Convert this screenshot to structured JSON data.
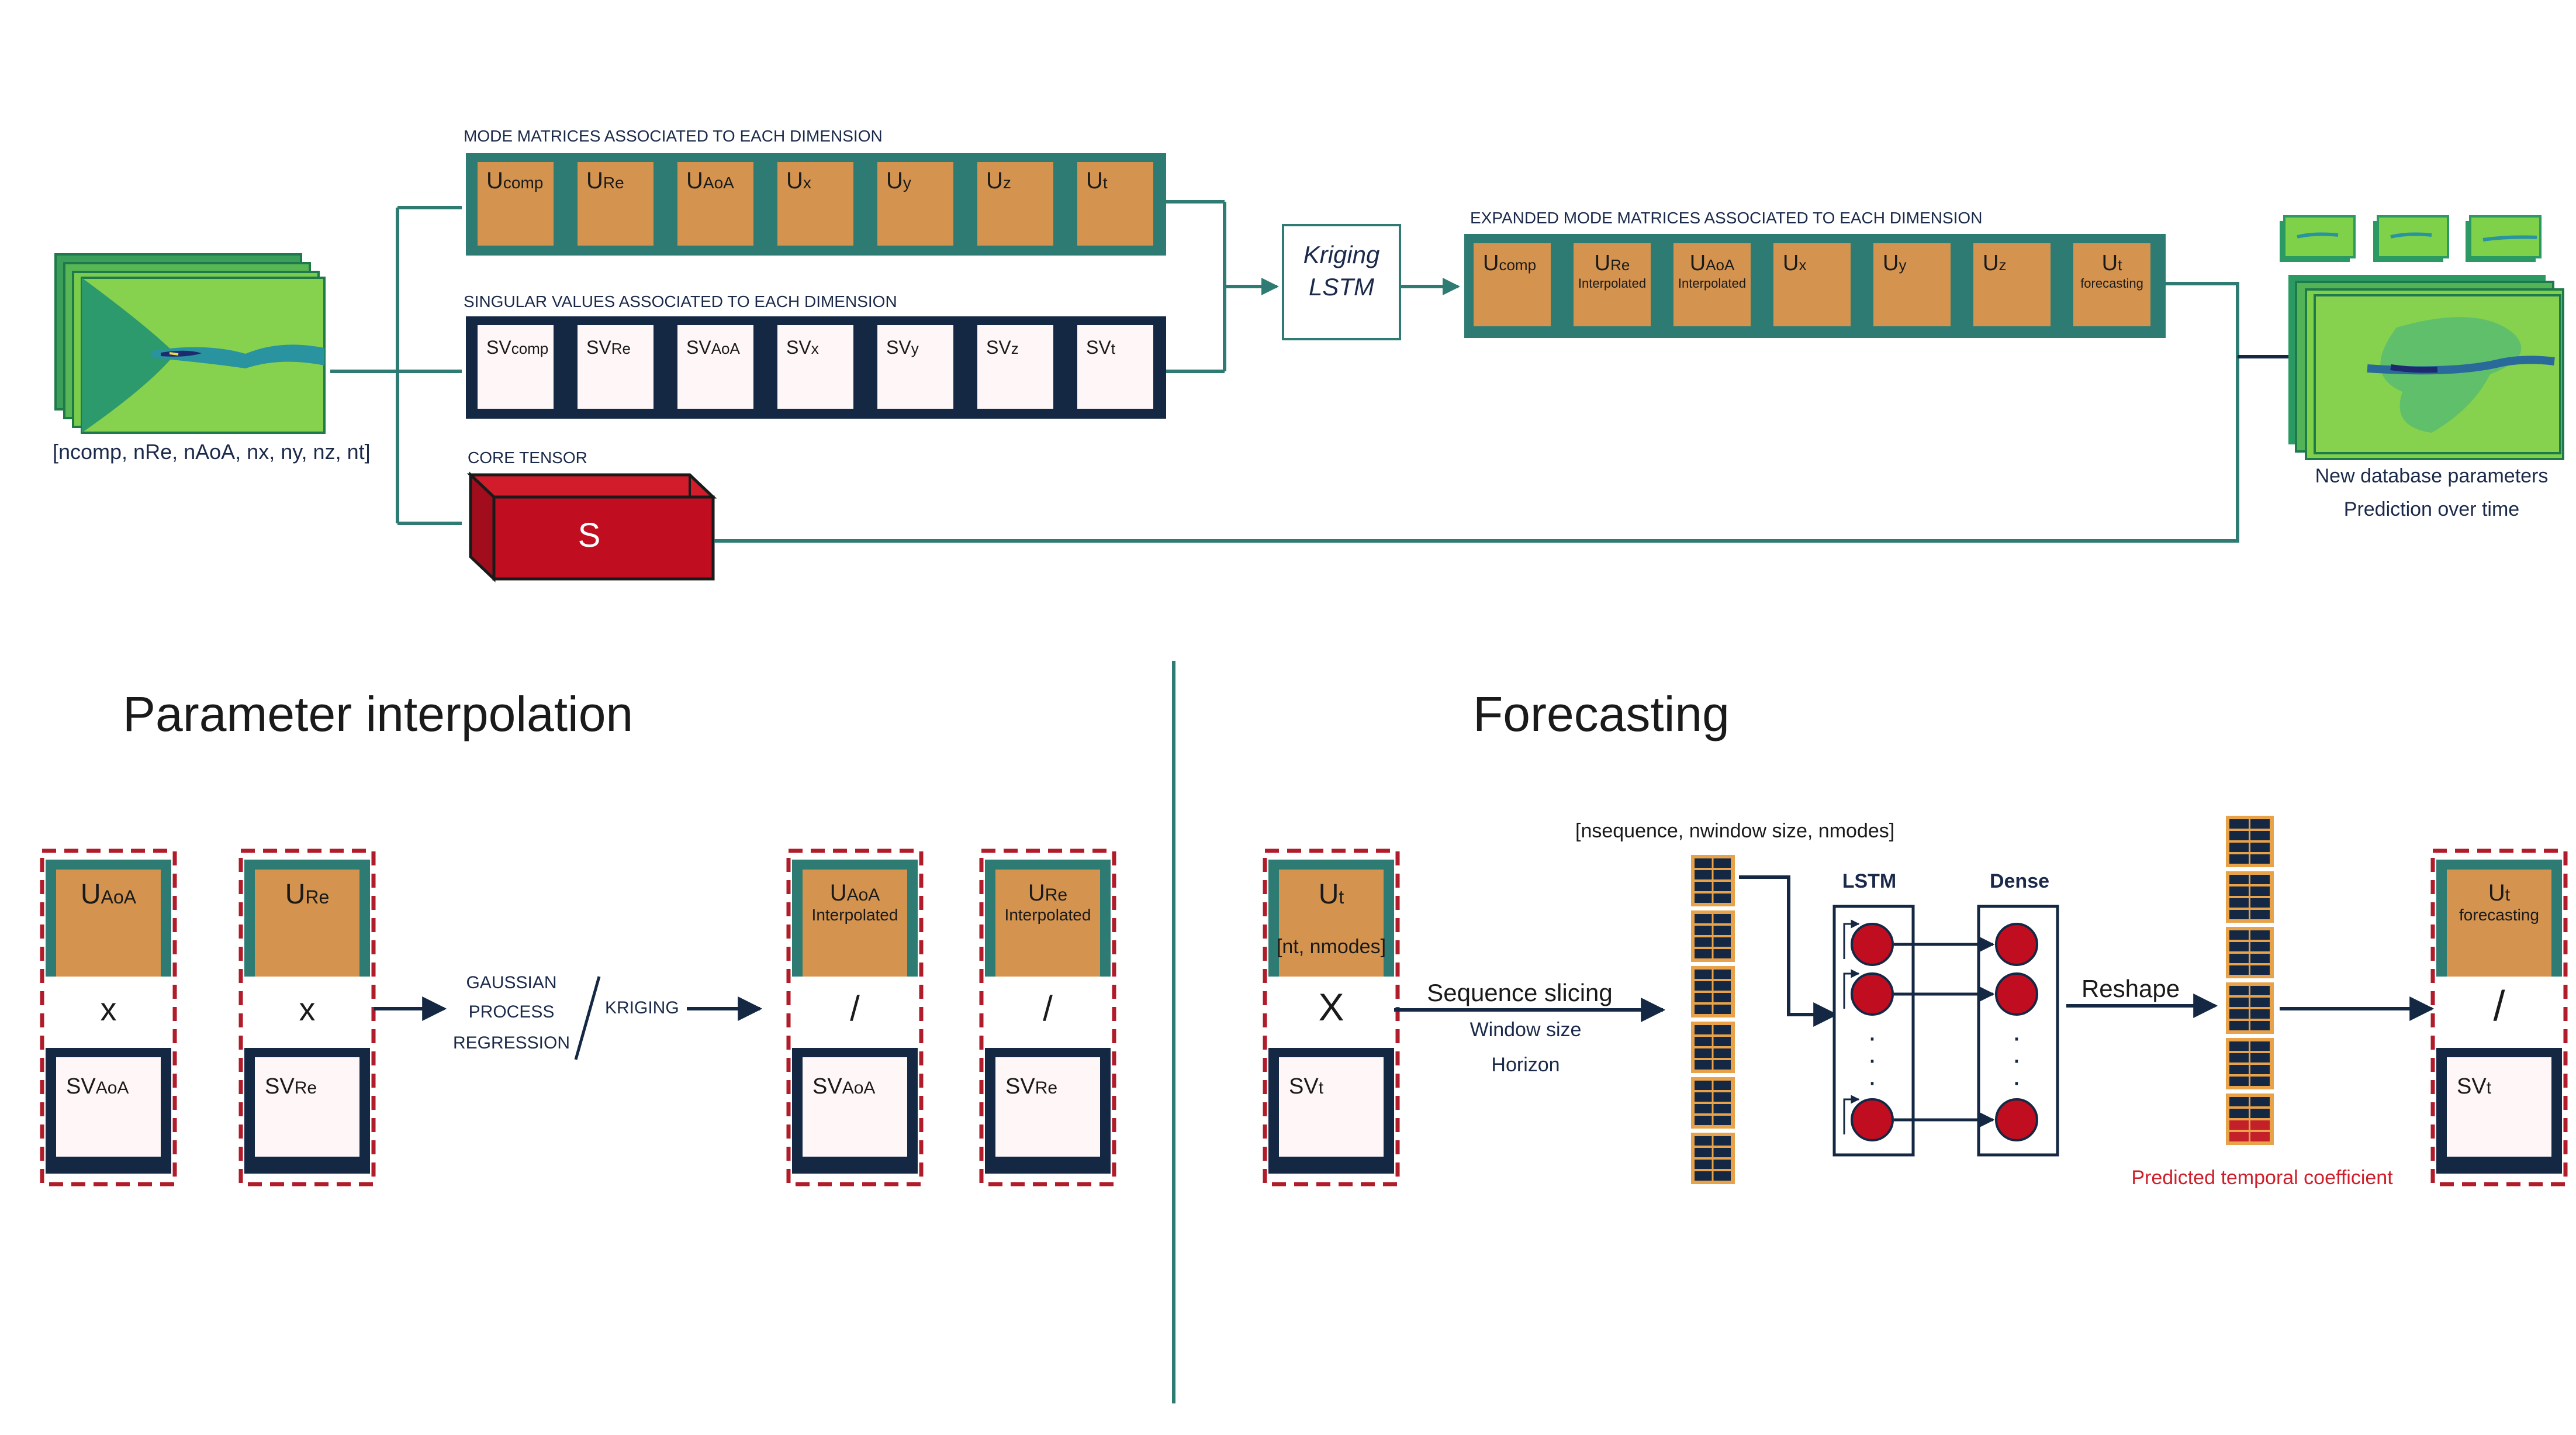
{
  "top": {
    "input_dims": "[ncomp, nRe, nAoA, nx, ny, nz, nt]",
    "mode_title": "MODE MATRICES ASSOCIATED TO EACH DIMENSION",
    "modes": [
      {
        "main": "U",
        "sub": "comp"
      },
      {
        "main": "U",
        "sub": "Re"
      },
      {
        "main": "U",
        "sub": "AoA"
      },
      {
        "main": "U",
        "sub": "x"
      },
      {
        "main": "U",
        "sub": "y"
      },
      {
        "main": "U",
        "sub": "z"
      },
      {
        "main": "U",
        "sub": "t"
      }
    ],
    "sv_title": "SINGULAR VALUES ASSOCIATED TO EACH DIMENSION",
    "svs": [
      {
        "main": "SV",
        "sub": "comp"
      },
      {
        "main": "SV",
        "sub": "Re"
      },
      {
        "main": "SV",
        "sub": "AoA"
      },
      {
        "main": "SV",
        "sub": "x"
      },
      {
        "main": "SV",
        "sub": "y"
      },
      {
        "main": "SV",
        "sub": "z"
      },
      {
        "main": "SV",
        "sub": "t"
      }
    ],
    "core_title": "CORE TENSOR",
    "core_label": "S",
    "method_line1": "Kriging",
    "method_line2": "LSTM",
    "expanded_title": "EXPANDED MODE MATRICES ASSOCIATED TO EACH DIMENSION",
    "expanded": [
      {
        "main": "U",
        "sub": "comp",
        "note": ""
      },
      {
        "main": "U",
        "sub": "Re",
        "note": "Interpolated"
      },
      {
        "main": "U",
        "sub": "AoA",
        "note": "Interpolated"
      },
      {
        "main": "U",
        "sub": "x",
        "note": ""
      },
      {
        "main": "U",
        "sub": "y",
        "note": ""
      },
      {
        "main": "U",
        "sub": "z",
        "note": ""
      },
      {
        "main": "U",
        "sub": "t",
        "note": "forecasting"
      }
    ],
    "output_line1": "New database parameters",
    "output_line2": "Prediction over time"
  },
  "interp": {
    "title": "Parameter interpolation",
    "col1_u": {
      "main": "U",
      "sub": "AoA"
    },
    "col1_sv": {
      "main": "SV",
      "sub": "AoA"
    },
    "col2_u": {
      "main": "U",
      "sub": "Re"
    },
    "col2_sv": {
      "main": "SV",
      "sub": "Re"
    },
    "times": "x",
    "gpr_line1": "GAUSSIAN",
    "gpr_line2": "PROCESS",
    "gpr_line3": "REGRESSION",
    "kriging": "KRIGING",
    "out1_u": {
      "main": "U",
      "sub": "AoA",
      "note": "Interpolated"
    },
    "out1_sv": {
      "main": "SV",
      "sub": "AoA"
    },
    "out2_u": {
      "main": "U",
      "sub": "Re",
      "note": "Interpolated"
    },
    "out2_sv": {
      "main": "SV",
      "sub": "Re"
    },
    "slash": "/"
  },
  "forecast": {
    "title": "Forecasting",
    "u": {
      "main": "U",
      "sub": "t"
    },
    "u_dims": "[nt, nmodes]",
    "times": "X",
    "sv": {
      "main": "SV",
      "sub": "t"
    },
    "slicing": "Sequence slicing",
    "window": "Window size",
    "horizon": "Horizon",
    "seq_dims": "[nsequence, nwindow size, nmodes]",
    "lstm": "LSTM",
    "dense": "Dense",
    "dots": "·",
    "reshape": "Reshape",
    "predicted": "Predicted temporal coefficient",
    "out_u": {
      "main": "U",
      "sub": "t",
      "note": "forecasting"
    },
    "out_sv": {
      "main": "SV",
      "sub": "t"
    },
    "slash": "/"
  },
  "colors": {
    "teal": "#2e7b73",
    "navy": "#142844",
    "orange": "#d4944f",
    "red": "#c00d20",
    "dashed_red": "#b01c2a",
    "green_light": "#7fd14a",
    "green_dark": "#2a9a62",
    "cream": "#fef6f7"
  }
}
